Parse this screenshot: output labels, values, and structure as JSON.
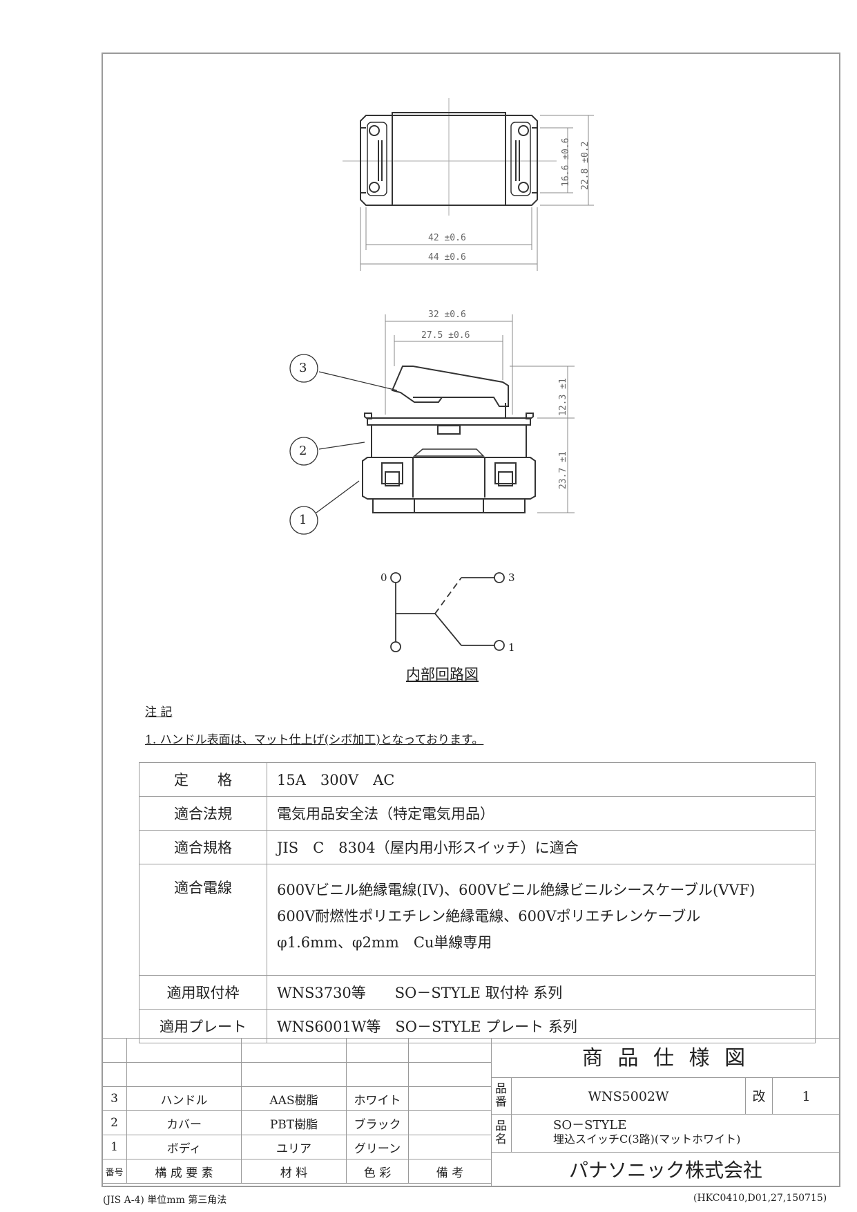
{
  "dimensions": {
    "top_inner_width": "42 ±0.6",
    "top_outer_width": "44 ±0.6",
    "top_inner_height": "16.6 ±0.6",
    "top_outer_height": "22.8 ±0.2",
    "side_outer_width": "32 ±0.6",
    "side_inner_width": "27.5 ±0.6",
    "side_handle_height": "12.3 ±1",
    "side_body_height": "23.7 ±1"
  },
  "part_callouts": [
    "3",
    "2",
    "1"
  ],
  "circuit": {
    "terminal_0": "0",
    "terminal_3": "3",
    "terminal_1": "1",
    "caption": "内部回路図"
  },
  "notes": {
    "heading": "注 記",
    "item1": "1. ハンドル表面は、マット仕上げ(シボ加工)となっております。"
  },
  "spec_table": [
    {
      "label": "定　　格",
      "value": "15A　300V　AC"
    },
    {
      "label": "適合法規",
      "value": "電気用品安全法（特定電気用品）"
    },
    {
      "label": "適合規格",
      "value": "JIS　C　8304（屋内用小形スイッチ）に適合"
    },
    {
      "label": "適合電線",
      "lines": [
        "600Vビニル絶縁電線(IV)、600Vビニル絶縁ビニルシースケーブル(VVF)",
        "600V耐燃性ポリエチレン絶縁電線、600Vポリエチレンケーブル",
        "φ1.6mm、φ2mm　Cu単線専用"
      ]
    },
    {
      "label": "適用取付枠",
      "value": "WNS3730等　　SO－STYLE 取付枠 系列"
    },
    {
      "label": "適用プレート",
      "value": "WNS6001W等　SO－STYLE プレート 系列"
    }
  ],
  "bom": {
    "headers": [
      "番号",
      "構 成 要 素",
      "材 料",
      "色 彩",
      "備 考"
    ],
    "rows": [
      {
        "no": "3",
        "part": "ハンドル",
        "material": "AAS樹脂",
        "color": "ホワイト",
        "remark": ""
      },
      {
        "no": "2",
        "part": "カバー",
        "material": "PBT樹脂",
        "color": "ブラック",
        "remark": ""
      },
      {
        "no": "1",
        "part": "ボディ",
        "material": "ユリア",
        "color": "グリーン",
        "remark": ""
      }
    ]
  },
  "title_block": {
    "title": "商 品 仕 様 図",
    "part_no_label": "品番",
    "part_no": "WNS5002W",
    "rev_label": "改",
    "rev": "1",
    "name_label": "品名",
    "name_line1": "SO－STYLE",
    "name_line2": "埋込スイッチC(3路)(マットホワイト)",
    "company": "パナソニック株式会社"
  },
  "footer": {
    "left": "(JIS A-4)  単位mm  第三角法",
    "right": "(HKC0410,D01,27,150715)"
  }
}
